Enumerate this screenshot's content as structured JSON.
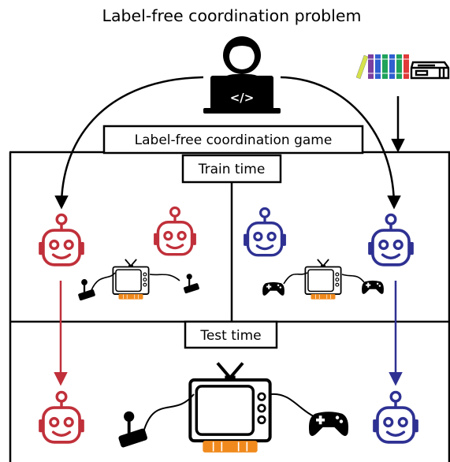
{
  "title": "Label-free coordination problem",
  "game_label": "Label-free coordination game",
  "train_label": "Train time",
  "test_label": "Test time",
  "colors": {
    "red_agent": "#c0303a",
    "blue_agent": "#2e3192",
    "ink": "#000000",
    "stand": "#f08a1e",
    "books": [
      "#d6e24a",
      "#7b3fa0",
      "#2f5fd0",
      "#1fa35a",
      "#e03a3a"
    ]
  },
  "icons": {
    "developer": "developer-laptop-icon",
    "code": "code-brackets-icon",
    "books": "books-icon",
    "console": "game-console-icon",
    "robot": "robot-icon",
    "tv": "television-icon",
    "joystick": "joystick-icon",
    "gamepad": "gamepad-icon"
  }
}
